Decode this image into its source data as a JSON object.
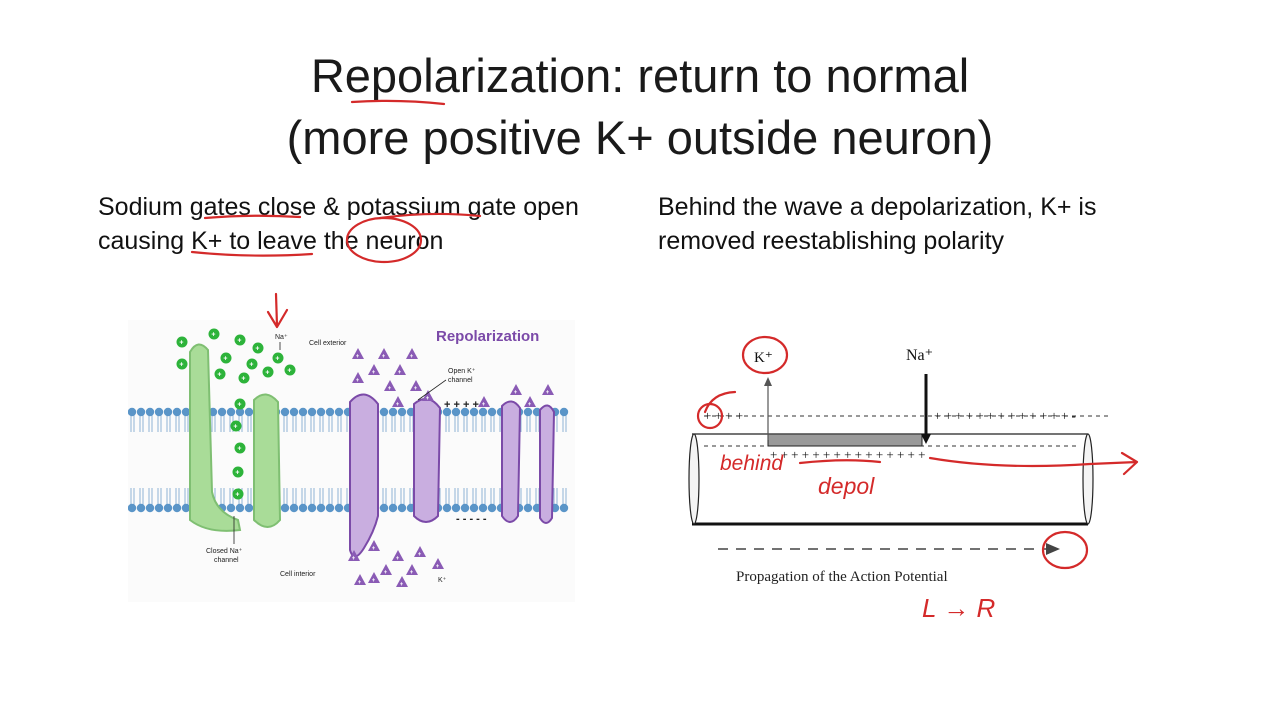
{
  "slide": {
    "title_line1": "Repolarization: return to normal",
    "title_line2": "(more positive K+ outside neuron)",
    "left_text": "Sodium gates close & potassium gate open causing K+ to leave the neuron",
    "right_text": "Behind the wave a depolarization, K+ is removed reestablishing polarity"
  },
  "left_figure": {
    "heading": "Repolarization",
    "label_na": "Na⁺",
    "label_exterior": "Cell exterior",
    "label_open_k_line1": "Open K⁺",
    "label_open_k_line2": "channel",
    "label_closed_na_line1": "Closed Na⁺",
    "label_closed_na_line2": "channel",
    "label_interior": "Cell interior",
    "label_k": "K⁺",
    "membrane_plus": "+ + + +",
    "membrane_minus": "- - - - -",
    "colors": {
      "sodium": "#2db33a",
      "na_channel": "#a9dc98",
      "k_channel": "#c9aee0",
      "k_ion": "#8a5bb5",
      "lipid_head": "#5a95c8",
      "heading": "#7b4aa8"
    }
  },
  "right_figure": {
    "label_k": "K⁺",
    "label_na": "Na⁺",
    "top_plus_left": "+ + + +",
    "top_plus_right": "+ + + + + + + + + + + + + -",
    "inner_plus": "+ + + + + + + + + + + + + + +",
    "caption": "Propagation of the Action Potential"
  },
  "annotations": {
    "behind": "behind",
    "depol": "depol",
    "direction": "L → R",
    "ink_color": "#d42a2a"
  }
}
